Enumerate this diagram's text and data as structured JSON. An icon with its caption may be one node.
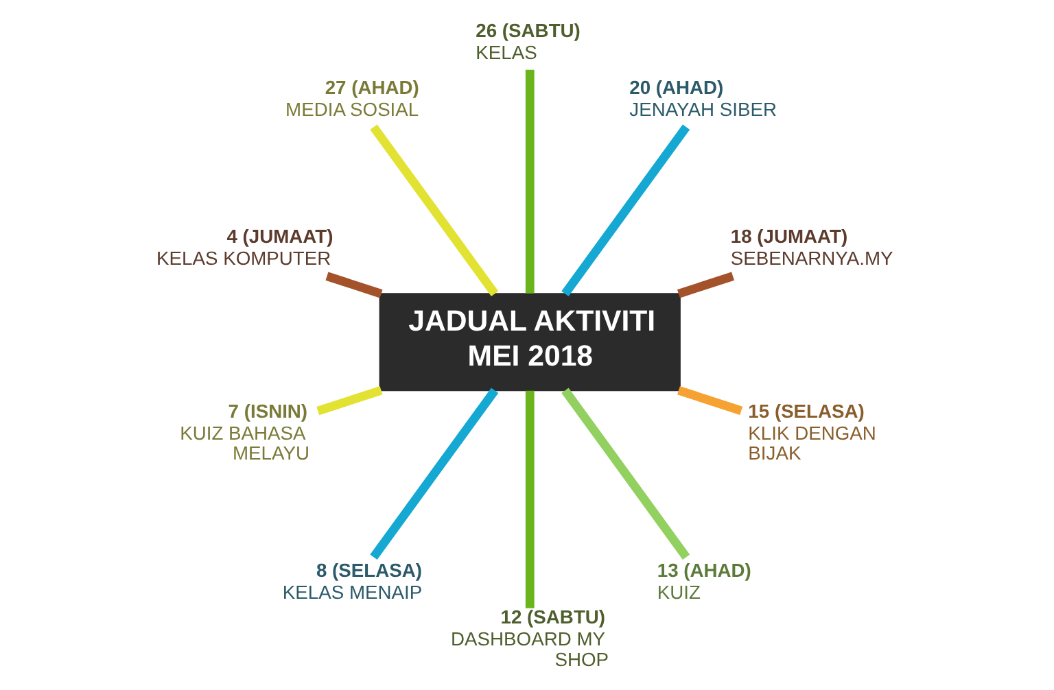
{
  "diagram": {
    "nodes": [
      {
        "text": [
          "JADUAL AKTIVITI MEI 2018"
        ]
      },
      {
        "text": [
          "27 (AHAD)",
          "MEDIA SOSIAL"
        ]
      },
      {
        "text": [
          "26 (SABTU)",
          "KELAS"
        ]
      },
      {
        "text": [
          "4 (JUMAAT)",
          "KELAS KOMPUTER"
        ]
      },
      {
        "text": [
          "20 (AHAD)",
          "JENAYAH SIBER"
        ]
      },
      {
        "text": [
          "7 (ISNIN)",
          "KUIZ BAHASA MELAYU"
        ]
      },
      {
        "text": [
          "18 (JUMAAT)",
          "SEBENARNYA.MY"
        ]
      },
      {
        "text": [
          "15 (SELASA)",
          "KLIK DENGAN BIJAK"
        ]
      },
      {
        "text": [
          "8 (SELASA)",
          "KELAS MENAIP"
        ]
      },
      {
        "text": [
          "12 (SABTU)",
          "DASHBOARD MY SHOP"
        ]
      },
      {
        "text": [
          "13 (AHAD)",
          "KUIZ"
        ]
      }
    ],
    "edges": [
      {
        "from": 0,
        "to": 2,
        "arrow": "none",
        "color": "#6cb41e"
      },
      {
        "from": 0,
        "to": 4,
        "arrow": "none",
        "color": "#14a8d2"
      },
      {
        "from": 0,
        "to": 6,
        "arrow": "none",
        "color": "#a4522a"
      },
      {
        "from": 0,
        "to": 7,
        "arrow": "none",
        "color": "#f6a232"
      },
      {
        "from": 0,
        "to": 10,
        "arrow": "none",
        "color": "#92d060"
      },
      {
        "from": 0,
        "to": 9,
        "arrow": "none",
        "color": "#6cb41e"
      },
      {
        "from": 0,
        "to": 8,
        "arrow": "none",
        "color": "#14a8d2"
      },
      {
        "from": 0,
        "to": 5,
        "arrow": "none",
        "color": "#e2e232"
      },
      {
        "from": 0,
        "to": 3,
        "arrow": "none",
        "color": "#a4522a"
      },
      {
        "from": 0,
        "to": 1,
        "arrow": "none",
        "color": "#e2e232"
      }
    ]
  }
}
